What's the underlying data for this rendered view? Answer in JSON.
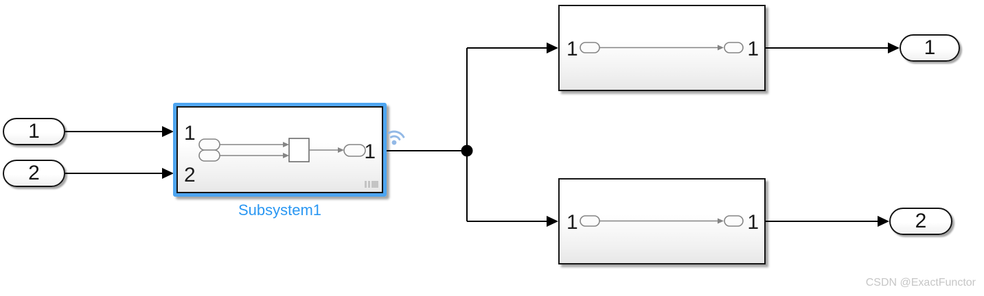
{
  "inports": [
    {
      "label": "1"
    },
    {
      "label": "2"
    }
  ],
  "outports": [
    {
      "label": "1"
    },
    {
      "label": "2"
    }
  ],
  "subsystem1": {
    "name": "Subsystem1",
    "in_ports": [
      "1",
      "2"
    ],
    "out_port": "1"
  },
  "block_top": {
    "in_port": "1",
    "out_port": "1"
  },
  "block_bottom": {
    "in_port": "1",
    "out_port": "1"
  },
  "watermark": {
    "text": "CSDN @ExactFunctor"
  },
  "icons": [
    "wireless-logging-badge",
    "content-preview-badge",
    "branch-point-dot",
    "arrowhead"
  ],
  "colors": {
    "selection_blue": "#4ea5f0",
    "block_name_blue": "#2a97f2",
    "wireless_badge_blue": "#93b9e6",
    "wire_black": "#000000",
    "preview_gray": "#848484",
    "badge_gray": "#c4c4c4",
    "watermark_gray": "#c6c6c6"
  }
}
